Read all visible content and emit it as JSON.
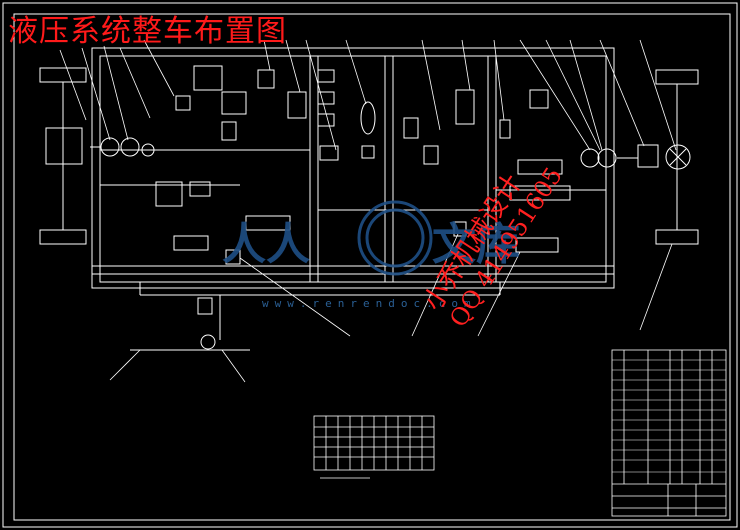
{
  "drawing": {
    "title": "液压系统整车布置图",
    "watermark_line1": "小乔机械设计",
    "watermark_line2": "QQ 414951605",
    "site_url": "www.renrendoc.com",
    "brand_left": "人人",
    "brand_right": "文库"
  },
  "colors": {
    "background": "#000000",
    "line": "#ffffff",
    "title": "#ff1a1a",
    "watermark": "#2a5f94"
  }
}
